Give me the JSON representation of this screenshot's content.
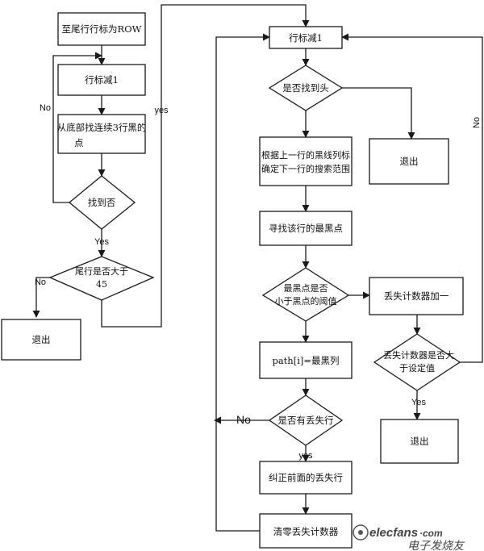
{
  "nodes": {
    "set_bottom_row": "至尾行行标为ROW",
    "row_dec_left": "行标减1",
    "find_3_black_l1": "从底部找连续3行黑的",
    "find_3_black_l2": "点",
    "found_q": "找到否",
    "tail_gt_45_l1": "尾行是否大于",
    "tail_gt_45_l2": "45",
    "exit_left": "退出",
    "row_dec_right": "行标减1",
    "reached_top_q": "是否找到头",
    "set_range_l1": "根据上一行的黑线列标",
    "set_range_l2": "确定下一行的搜索范围",
    "exit_top_right": "退出",
    "find_darkest": "寻找该行的最黑点",
    "darkest_below_l1": "最黑点是否",
    "darkest_below_l2": "小于黑点的阈值",
    "lost_counter_inc": "丢失计数器加一",
    "path_assign": "path[i]=最黑列",
    "lost_gt_set_l1": "丢失计数器是否大",
    "lost_gt_set_l2": "于设定值",
    "exit_bottom_right": "退出",
    "has_lost_row_q": "是否有丢失行",
    "correct_lost": "纠正前面的丢失行",
    "clear_counter": "清零丢失计数器"
  },
  "edge_labels": {
    "no_left": "No",
    "yes_left_found": "Yes",
    "no_tail": "No",
    "yes_tail": "yes",
    "no_lost_gt": "No",
    "yes_lost_gt": "Yes",
    "no_has_lost": "No",
    "yes_has_lost": "yes"
  },
  "watermark": {
    "site": "elecfans",
    "domain": "·com",
    "cn": "电子发烧友"
  }
}
